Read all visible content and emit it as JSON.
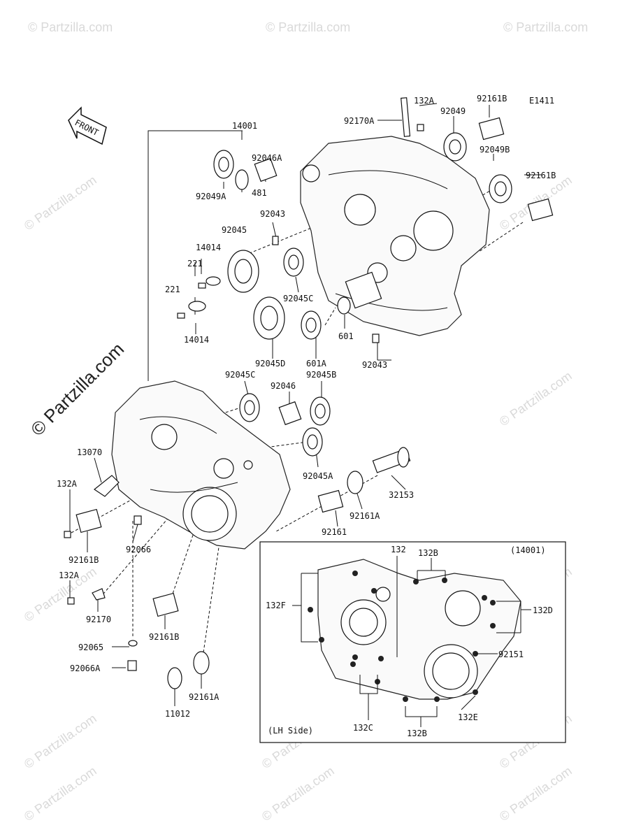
{
  "diagram_code": "E1411",
  "front_label": "FRONT",
  "inset": {
    "title": "(14001)",
    "side_label": "(LH Side)"
  },
  "watermarks": {
    "small": "© Partzilla.com",
    "large": "© Partzilla.com"
  },
  "labels": {
    "p14001": "14001",
    "p132A_top": "132A",
    "p92170A": "92170A",
    "p92049": "92049",
    "p92161B_top": "92161B",
    "p92049B": "92049B",
    "p92161B_r": "92161B",
    "p92046A": "92046A",
    "p92049A": "92049A",
    "p481": "481",
    "p92043_top": "92043",
    "p92045": "92045",
    "p14014_a": "14014",
    "p221_a": "221",
    "p221_b": "221",
    "p14014_b": "14014",
    "p92045C_a": "92045C",
    "p601": "601",
    "p92045D": "92045D",
    "p601A": "601A",
    "p92043_b": "92043",
    "p92045C_b": "92045C",
    "p92046": "92046",
    "p92045B": "92045B",
    "p13070": "13070",
    "p132A_l": "132A",
    "p92045A": "92045A",
    "p32153": "32153",
    "p92161B_l": "92161B",
    "p92066": "92066",
    "p92161": "92161",
    "p92161A_a": "92161A",
    "p132A_b": "132A",
    "p92170": "92170",
    "p92161B_b": "92161B",
    "p92065": "92065",
    "p92066A": "92066A",
    "p92161A_b": "92161A",
    "p11012": "11012",
    "i132": "132",
    "i132B_t": "132B",
    "i132F": "132F",
    "i132D": "132D",
    "i92151": "92151",
    "i132C": "132C",
    "i132B_b": "132B",
    "i132E": "132E"
  }
}
